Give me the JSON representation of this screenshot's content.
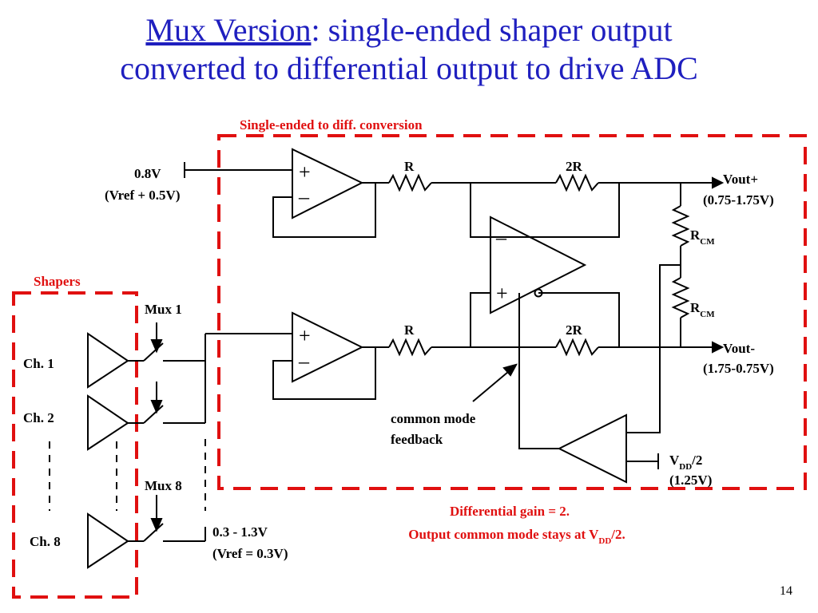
{
  "colors": {
    "title": "#1f1fbf",
    "accent": "#e01010",
    "wire": "#000000"
  },
  "title": {
    "underlined": "Mux Version",
    "line1_rest": ":  single-ended shaper output",
    "line2": "converted to differential output to drive ADC"
  },
  "labels": {
    "conversion_box": "Single-ended to diff. conversion",
    "shapers_box": "Shapers",
    "vref_top": "0.8V",
    "vref_top_note": "(Vref + 0.5V)",
    "r_top": "R",
    "r2_top": "2R",
    "r_bottom": "R",
    "r2_bottom": "2R",
    "vout_plus": "Vout+",
    "vout_plus_range": "(0.75-1.75V)",
    "vout_minus": "Vout-",
    "vout_minus_range": "(1.75-0.75V)",
    "rcm_main": "R",
    "rcm_sub": "CM",
    "mux1": "Mux 1",
    "mux8": "Mux 8",
    "ch1": "Ch. 1",
    "ch2": "Ch. 2",
    "ch8": "Ch. 8",
    "cmfb_line1": "common mode",
    "cmfb_line2": "feedback",
    "vdd_main": "V",
    "vdd_sub": "DD",
    "vdd_tail": "/2",
    "vdd_value": "(1.25V)",
    "input_range": "0.3 - 1.3V",
    "input_vref": "(Vref = 0.3V)",
    "gain_note": "Differential gain = 2.",
    "cm_note_pre": "Output common mode stays at V",
    "cm_note_sub": "DD",
    "cm_note_post": "/2.",
    "plus_sign": "+",
    "minus_sign": "–",
    "page_number": "14"
  }
}
